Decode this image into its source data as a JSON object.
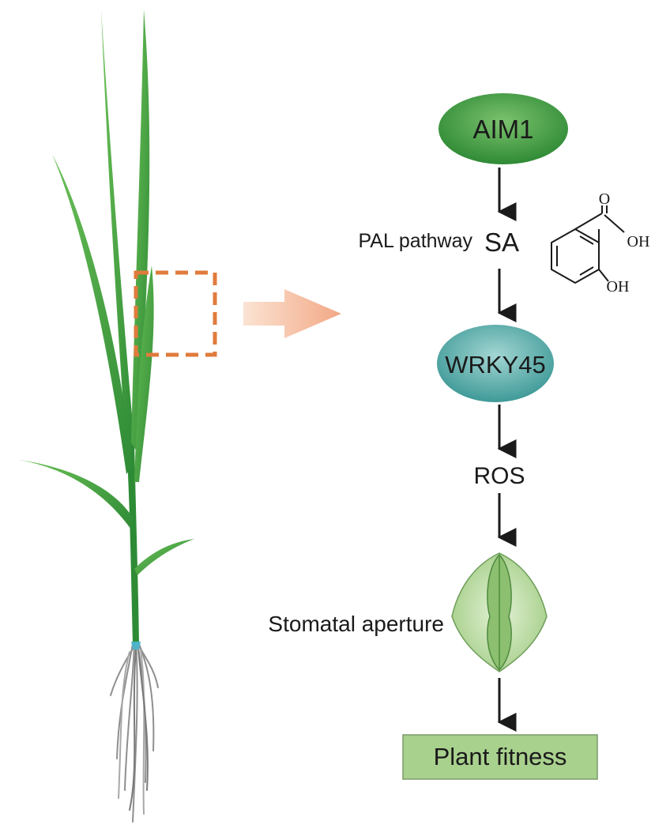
{
  "nodes": {
    "aim1": "AIM1",
    "sa": "SA",
    "wrky45": "WRKY45",
    "ros": "ROS",
    "fitness": "Plant fitness"
  },
  "labels": {
    "pal_pathway": "PAL pathway",
    "stomatal_aperture": "Stomatal aperture"
  },
  "chemical": {
    "carbonyl_o": "O",
    "carboxyl_oh": "OH",
    "hydroxyl_oh": "OH"
  },
  "colors": {
    "aim1_fill": "#3d9a3d",
    "wrky45_fill": "#5aacaa",
    "fitness_fill": "#a9d18e",
    "highlight_box": "#e07b3c",
    "leaf": "#4aa83e",
    "root": "#8f8f8f",
    "arrow": "#1a1a1a",
    "stomata": "#b9dca0"
  }
}
